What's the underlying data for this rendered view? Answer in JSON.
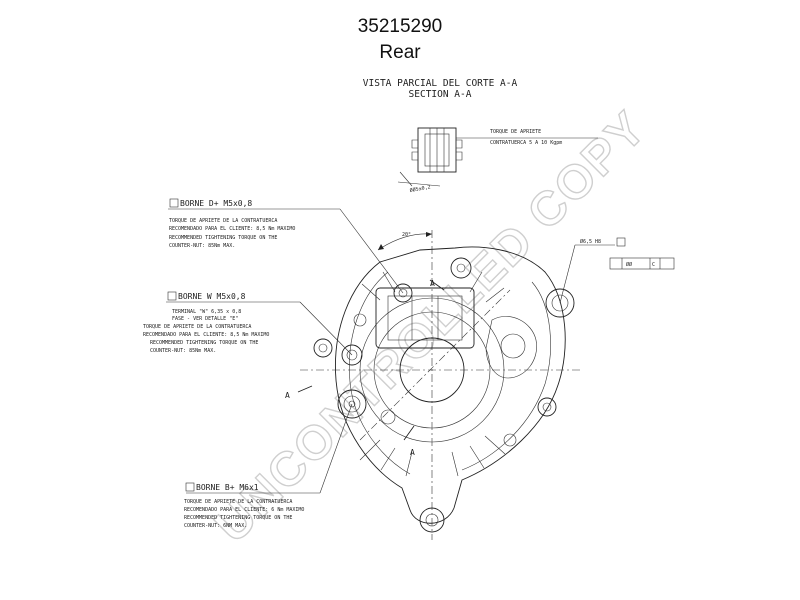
{
  "header": {
    "part_number": "35215290",
    "view_label": "Rear"
  },
  "section": {
    "title_es": "VISTA PARCIAL DEL CORTE A-A",
    "title_en": "SECTION A-A",
    "torque_note_1": "TORQUE DE APRIETE",
    "torque_note_2": "CONTRATUERCA 5 A 10 Kgpm",
    "dim_label": "ØØ5±0,2"
  },
  "callouts": {
    "borne_d": {
      "title": "BORNE D+ M5x0,8",
      "lines": [
        "TORQUE DE APRIETE DE LA CONTRATUERCA",
        "RECOMENDADO PARA EL CLIENTE: 8,5 Nm MAXIMO",
        "RECOMMENDED TIGHTENING TORQUE ON THE",
        "COUNTER-NUT: 85Nm MAX."
      ]
    },
    "borne_w": {
      "title": "BORNE W M5x0,8",
      "lines": [
        "TERMINAL \"W\" 6,35 x 0,8",
        "FASE - VER DETALLE \"E\"",
        "TORQUE DE APRIETE DE LA CONTRATUERCA",
        "RECOMENDADO PARA EL CLIENTE: 8,5 Nm MAXIMO",
        "RECOMMENDED TIGHTENING TORQUE ON THE",
        "COUNTER-NUT: 85Nm MAX."
      ]
    },
    "borne_b": {
      "title": "BORNE B+ M6x1",
      "lines": [
        "TORQUE DE APRIETE DE LA CONTRATUERCA",
        "RECOMENDADO PARA EL CLIENTE: 6 Nm MAXIMO",
        "RECOMMENDED TIGHTENING TORQUE ON THE",
        "COUNTER-NUT: 6NM MAX."
      ]
    }
  },
  "annotations": {
    "angle": "20°",
    "hole_tol": "Ø6,5 H8",
    "frame_ref": "ØØ",
    "frame_datum": "C",
    "section_mark": "A"
  },
  "watermark": "UNCONTROLLED COPY"
}
